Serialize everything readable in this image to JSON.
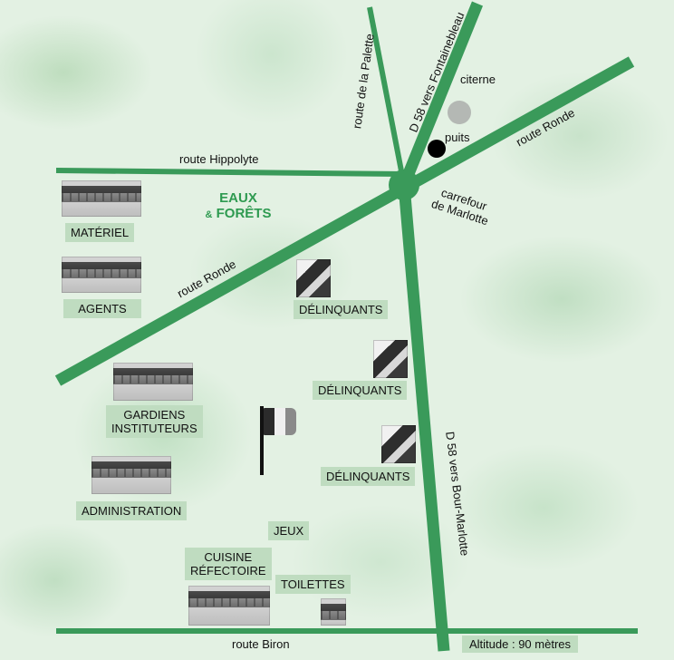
{
  "title": {
    "line1": "EAUX",
    "amp": "&",
    "line2": "FORÊTS"
  },
  "roads": {
    "fontainebleau": "D 58 vers Fontainebleau",
    "palette": "route de la Palette",
    "ronde_ne": "route Ronde",
    "ronde_sw": "route Ronde",
    "hippolyte": "route Hippolyte",
    "bour_marlotte": "D 58 vers Bour-Marlotte",
    "biron": "route Biron"
  },
  "places": {
    "citerne": "citerne",
    "puits": "puits",
    "carrefour": "carrefour\nde Marlotte"
  },
  "buildings": {
    "materiel": "MATÉRIEL",
    "agents": "AGENTS",
    "gardiens": "GARDIENS\nINSTITUTEURS",
    "administration": "ADMINISTRATION",
    "cuisine": "CUISINE\nRÉFECTOIRE",
    "toilettes": "TOILETTES",
    "jeux": "JEUX",
    "delinquants_1": "DÉLINQUANTS",
    "delinquants_2": "DÉLINQUANTS",
    "delinquants_3": "DÉLINQUANTS"
  },
  "altitude": "Altitude : 90 mètres",
  "colors": {
    "road": "#3a9a5a",
    "title": "#2e9a50",
    "plaque": "#bfdcc0",
    "background": "#e3f1e3"
  },
  "icons": {
    "building": "barracks-photo",
    "hut": "hut-photo",
    "flag": "flag-icon",
    "puits": "well-dot",
    "citerne": "cistern-dot"
  }
}
